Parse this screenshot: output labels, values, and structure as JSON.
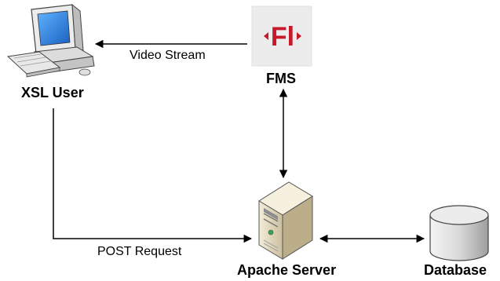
{
  "nodes": {
    "user": {
      "label": "XSL User",
      "icon": "desktop-computer-icon"
    },
    "fms": {
      "label": "FMS",
      "icon": "flash-media-server-icon",
      "logo_text": "Fl",
      "logo_color": "#c8182a"
    },
    "apache": {
      "label": "Apache Server",
      "icon": "server-tower-icon"
    },
    "database": {
      "label": "Database",
      "icon": "database-cylinder-icon"
    }
  },
  "edges": [
    {
      "from": "FMS",
      "to": "XSL User",
      "label": "Video Stream",
      "direction": "one-way"
    },
    {
      "from": "FMS",
      "to": "Apache Server",
      "label": "",
      "direction": "two-way"
    },
    {
      "from": "XSL User",
      "to": "Apache Server",
      "label": "POST Request",
      "direction": "one-way"
    },
    {
      "from": "Apache Server",
      "to": "Database",
      "label": "",
      "direction": "two-way"
    }
  ],
  "colors": {
    "line": "#000000",
    "computer_body": "#e9e9e9",
    "computer_screen": "#1f6fd6",
    "server_body": "#e7dcc0",
    "database_body": "#d3d3d3"
  }
}
